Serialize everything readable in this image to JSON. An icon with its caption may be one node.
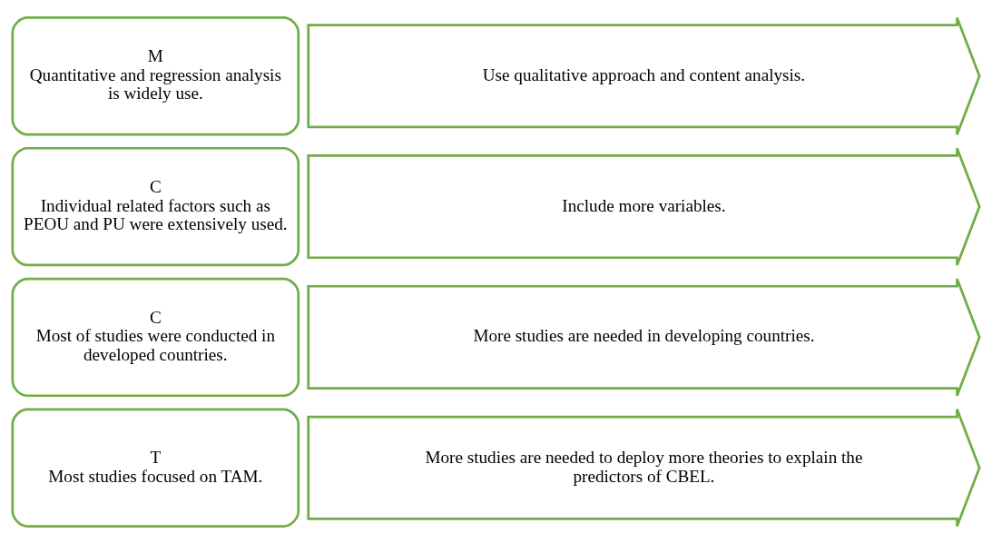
{
  "diagram": {
    "nodes": [
      {
        "text": [
          "T",
          "Most studies focused on TAM."
        ]
      },
      {
        "text": [
          "More studies are needed to deploy more theories to explain the predictors of CBEL."
        ]
      },
      {
        "text": [
          "C",
          "Most of studies were conducted in developed countries."
        ]
      },
      {
        "text": [
          "More studies are needed in developing countries."
        ]
      },
      {
        "text": [
          "C",
          "Individual related factors such as PEOU and PU were extensively used."
        ]
      },
      {
        "text": [
          "Include more variables."
        ]
      },
      {
        "text": [
          "M",
          "Quantitative and regression analysis is widely use."
        ]
      },
      {
        "text": [
          "Use qualitative approach and content analysis."
        ]
      }
    ]
  }
}
